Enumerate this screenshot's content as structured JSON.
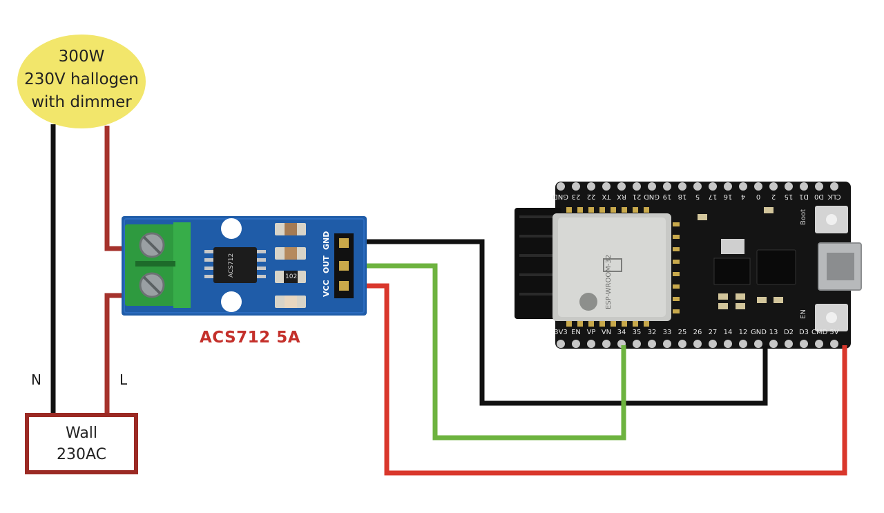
{
  "lamp": {
    "line1": "300W",
    "line2": "230V hallogen",
    "line3": "with dimmer",
    "fill": "#f2e66b"
  },
  "wall": {
    "line1": "Wall",
    "line2": "230AC",
    "border": "#9b2a24"
  },
  "wires": {
    "neutral_label": "N",
    "live_label": "L",
    "colors": {
      "neutral": "#111111",
      "live": "#a5322c",
      "signal": "#6db33f",
      "power": "#d9372c",
      "ground": "#111111"
    }
  },
  "sensor": {
    "title": "ACS712 5A",
    "header_pins": [
      "GND",
      "OUT",
      "VCC"
    ],
    "resistor_marking": "102",
    "chip_marking": "ACS712"
  },
  "esp32": {
    "module_text": "ESP-WROOM-32",
    "boot_label": "Boot",
    "en_label": "EN",
    "top_pins": [
      "GND",
      "23",
      "22",
      "TX",
      "RX",
      "21",
      "GND",
      "19",
      "18",
      "5",
      "17",
      "16",
      "4",
      "0",
      "2",
      "15",
      "D1",
      "D0",
      "CLK"
    ],
    "bottom_pins": [
      "3V3",
      "EN",
      "VP",
      "VN",
      "34",
      "35",
      "32",
      "33",
      "25",
      "26",
      "27",
      "14",
      "12",
      "GND",
      "13",
      "D2",
      "D3",
      "CMD",
      "5V"
    ]
  }
}
